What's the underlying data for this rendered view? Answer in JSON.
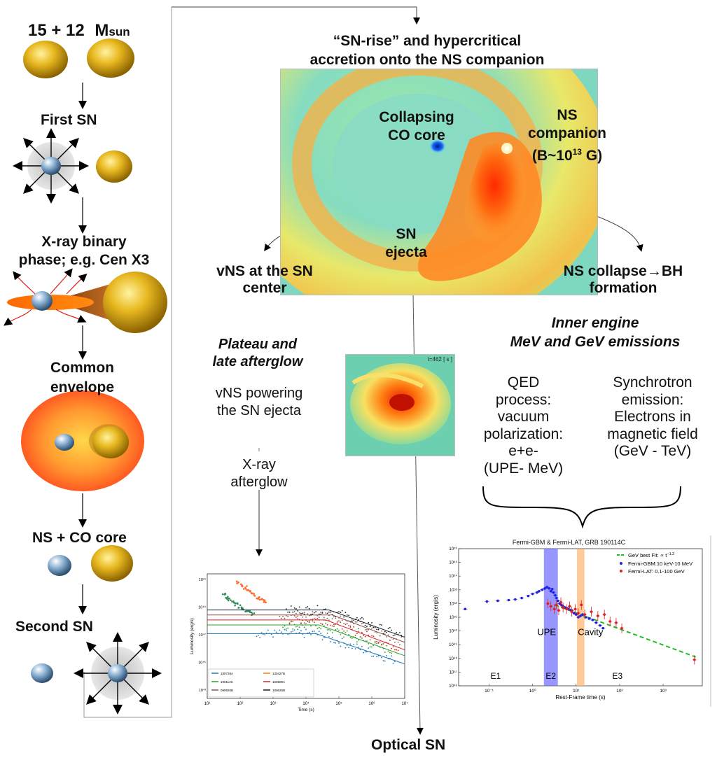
{
  "left_column": {
    "masses": "15   + 12",
    "msun": "M",
    "msun_sub": "sun",
    "first_sn": "First SN",
    "xray_binary_line1": "X-ray binary",
    "xray_binary_line2": "phase; e.g. Cen X3",
    "common_envelope_line1": "Common",
    "common_envelope_line2": "envelope",
    "ns_co_core": "NS + CO core",
    "second_sn": "Second SN"
  },
  "top": {
    "title_line1": "“SN-rise” and hypercritical",
    "title_line2": "accretion onto the NS companion",
    "collapsing_line1": "Collapsing",
    "collapsing_line2": "CO core",
    "ns_comp_line1": "NS",
    "ns_comp_line2": "companion",
    "ns_comp_line3_pre": "(B~10",
    "ns_comp_line3_sup": "13",
    "ns_comp_line3_post": " G)",
    "sn_ejecta_line1": "SN",
    "sn_ejecta_line2": "ejecta",
    "vns_line1": "vNS at the SN",
    "vns_line2": "center",
    "ns_collapse_line1": "NS collapse→BH",
    "ns_collapse_line2": "formation"
  },
  "middle": {
    "plateau_line1": "Plateau and",
    "plateau_line2": "late afterglow",
    "vns_power_line1": "vNS powering",
    "vns_power_line2": "the SN ejecta",
    "xray_line1": "X-ray",
    "xray_line2": "afterglow",
    "small_sim_time": "t=462 [ s ]"
  },
  "inner": {
    "title_line1": "Inner engine",
    "title_line2": "MeV and GeV emissions",
    "qed_lines": [
      "QED",
      "process:",
      "vacuum",
      "polarization:",
      "e+e-",
      "(UPE- MeV)"
    ],
    "sync_lines": [
      "Synchrotron",
      "emission:",
      "Electrons in",
      "magnetic field",
      "(GeV - TeV)"
    ]
  },
  "bottom": {
    "optical_sn": "Optical SN"
  },
  "xray_chart": {
    "type": "scatter",
    "ylabel": "Luminosity (erg/s)",
    "xlabel": "Time (s)",
    "x_ticks": [
      "10¹",
      "10²",
      "10³",
      "10⁴",
      "10⁵",
      "10⁶",
      "10⁷"
    ],
    "y_ticks": [
      "10⁵¹",
      "10⁴⁹",
      "10⁴⁷",
      "10⁴⁵",
      "10⁴³"
    ],
    "xlim": [
      1,
      7
    ],
    "ylim": [
      42,
      52
    ],
    "legend_entries": [
      {
        "grb": "180728A",
        "color": "#1f77b4"
      },
      {
        "grb": "130427B",
        "color": "#ff7f0e"
      },
      {
        "grb": "190114C",
        "color": "#2ca02c"
      },
      {
        "grb": "160509A",
        "color": "#d62728"
      },
      {
        "grb": "090926B",
        "color": "#8c564b"
      },
      {
        "grb": "160625B",
        "color": "#17202a"
      }
    ],
    "series": [
      {
        "color": "#ff6a2a",
        "points": [
          [
            1.95,
            51.3
          ],
          [
            2.05,
            51.1
          ],
          [
            2.15,
            50.9
          ],
          [
            2.25,
            50.7
          ],
          [
            2.35,
            50.5
          ],
          [
            2.45,
            50.3
          ],
          [
            2.55,
            50.1
          ],
          [
            2.65,
            49.95
          ],
          [
            2.75,
            49.8
          ]
        ],
        "scatter": 0.25
      },
      {
        "color": "#2e8b57",
        "points": [
          [
            1.5,
            50.3
          ],
          [
            1.6,
            50.1
          ],
          [
            1.7,
            49.9
          ],
          [
            1.8,
            49.7
          ],
          [
            1.9,
            49.55
          ],
          [
            2.0,
            49.4
          ],
          [
            2.1,
            49.25
          ],
          [
            2.2,
            49.1
          ],
          [
            2.3,
            48.95
          ],
          [
            2.4,
            48.8
          ]
        ],
        "scatter": 0.25
      },
      {
        "color": "#1f77b4",
        "plateau": 47.2,
        "break": 4.3,
        "slope": -0.9,
        "from": 2.5,
        "to": 6.7
      },
      {
        "color": "#2ca02c",
        "plateau": 47.9,
        "break": 4.4,
        "slope": -0.95,
        "from": 3.3,
        "to": 6.6
      },
      {
        "color": "#d62728",
        "plateau": 48.3,
        "break": 4.6,
        "slope": -1.0,
        "from": 3.5,
        "to": 6.8
      },
      {
        "color": "#8c564b",
        "plateau": 48.7,
        "break": 4.8,
        "slope": -1.0,
        "from": 3.2,
        "to": 6.9
      },
      {
        "color": "#17202a",
        "plateau": 49.1,
        "break": 4.7,
        "slope": -0.95,
        "from": 3.4,
        "to": 6.9
      }
    ]
  },
  "fermi_chart": {
    "type": "scatter",
    "title": "Fermi-GBM & Fermi-LAT, GRB 190114C",
    "ylabel": "Luminosity (erg/s)",
    "xlabel": "Rest-Frame time (s)",
    "x_ticks": [
      {
        "v": -1,
        "label": "10⁻¹"
      },
      {
        "v": 0,
        "label": "10⁰"
      },
      {
        "v": 1,
        "label": "10¹"
      },
      {
        "v": 2,
        "label": "10²"
      },
      {
        "v": 3,
        "label": "10³"
      }
    ],
    "y_ticks": [
      {
        "v": 56,
        "label": "10⁵⁶"
      },
      {
        "v": 55,
        "label": "10⁵⁵"
      },
      {
        "v": 54,
        "label": "10⁵⁴"
      },
      {
        "v": 53,
        "label": "10⁵³"
      },
      {
        "v": 52,
        "label": "10⁵²"
      },
      {
        "v": 51,
        "label": "10⁵¹"
      },
      {
        "v": 50,
        "label": "10⁵⁰"
      },
      {
        "v": 49,
        "label": "10⁴⁹"
      },
      {
        "v": 48,
        "label": "10⁴⁸"
      },
      {
        "v": 47,
        "label": "10⁴⁷"
      },
      {
        "v": 46,
        "label": "10⁴⁶"
      }
    ],
    "xlim": [
      -1.7,
      3.9
    ],
    "ylim": [
      46,
      56
    ],
    "legend": {
      "fit_pre": "GeV best Fit: ∝ t",
      "fit_sup": "−1.2",
      "gbm": "Fermi-GBM:10 keV-10 MeV",
      "lat": "Fermi-LAT: 0.1-100 GeV"
    },
    "bands": [
      {
        "name": "UPE",
        "from": 0.26,
        "to": 0.58,
        "color": "#6b6bff"
      },
      {
        "name": "Cavity",
        "from": 1.02,
        "to": 1.19,
        "color": "#ffb36b"
      }
    ],
    "regions": [
      {
        "label": "E1",
        "x": -0.85
      },
      {
        "label": "E2",
        "x": 0.42
      },
      {
        "label": "E3",
        "x": 1.95
      }
    ],
    "gev_fit": {
      "x0": 0.5,
      "y0": 51.9,
      "x1": 3.75,
      "y1": 48.1,
      "color": "#22bb22"
    },
    "gbm_points": [
      [
        -1.55,
        51.6
      ],
      [
        -1.05,
        52.15
      ],
      [
        -0.8,
        52.2
      ],
      [
        -0.55,
        52.25
      ],
      [
        -0.4,
        52.3
      ],
      [
        -0.25,
        52.4
      ],
      [
        -0.1,
        52.55
      ],
      [
        0.0,
        52.7
      ],
      [
        0.1,
        52.8
      ],
      [
        0.15,
        52.9
      ],
      [
        0.22,
        53.0
      ],
      [
        0.28,
        53.1
      ],
      [
        0.33,
        53.2
      ],
      [
        0.38,
        53.1
      ],
      [
        0.42,
        52.9
      ],
      [
        0.45,
        53.05
      ],
      [
        0.48,
        52.8
      ],
      [
        0.52,
        52.6
      ],
      [
        0.55,
        52.4
      ],
      [
        0.58,
        52.2
      ],
      [
        0.62,
        52.0
      ],
      [
        0.66,
        51.9
      ],
      [
        0.7,
        51.8
      ],
      [
        0.75,
        51.7
      ],
      [
        0.8,
        51.65
      ],
      [
        0.85,
        51.55
      ],
      [
        0.9,
        51.5
      ],
      [
        0.95,
        51.3
      ],
      [
        1.0,
        51.2
      ],
      [
        1.05,
        51.0
      ],
      [
        1.1,
        51.1
      ],
      [
        1.15,
        51.2
      ],
      [
        1.22,
        51.0
      ],
      [
        1.3,
        50.9
      ],
      [
        1.38,
        50.8
      ],
      [
        1.46,
        50.6
      ],
      [
        1.55,
        50.4
      ],
      [
        1.62,
        50.2
      ]
    ],
    "lat_points": [
      [
        0.35,
        52.0
      ],
      [
        0.42,
        51.8
      ],
      [
        0.5,
        51.6
      ],
      [
        0.55,
        51.9
      ],
      [
        0.6,
        51.5
      ],
      [
        0.65,
        52.1
      ],
      [
        0.7,
        51.7
      ],
      [
        0.78,
        51.6
      ],
      [
        0.85,
        51.8
      ],
      [
        0.9,
        51.4
      ],
      [
        0.98,
        51.6
      ],
      [
        1.05,
        51.3
      ],
      [
        1.12,
        51.9
      ],
      [
        1.2,
        51.2
      ],
      [
        1.35,
        51.4
      ],
      [
        1.5,
        51.1
      ],
      [
        1.65,
        51.2
      ],
      [
        1.78,
        50.7
      ],
      [
        1.92,
        50.6
      ],
      [
        2.05,
        50.2
      ],
      [
        3.72,
        47.9
      ]
    ]
  }
}
